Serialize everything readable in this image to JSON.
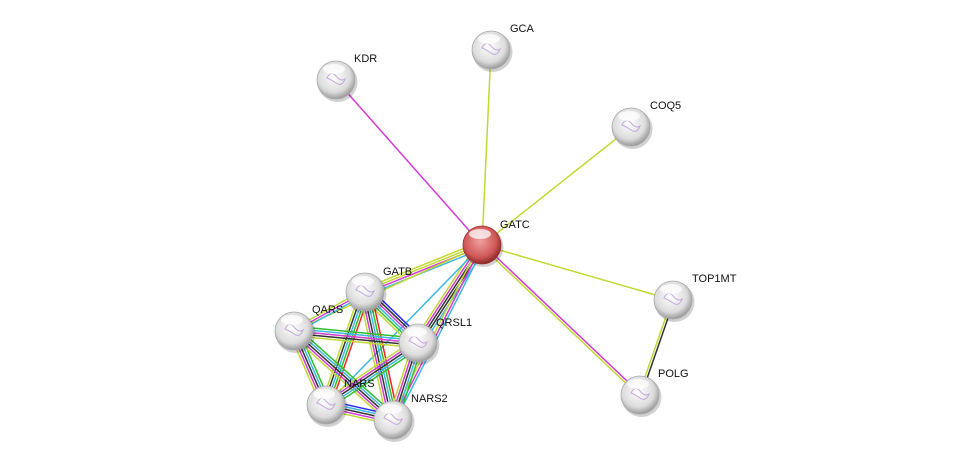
{
  "network": {
    "query_node": "GATC",
    "nodes": [
      {
        "id": "GATC",
        "label": "GATC",
        "color": "#d04a4a"
      },
      {
        "id": "KDR",
        "label": "KDR",
        "color": "#e8e8e8"
      },
      {
        "id": "GCA",
        "label": "GCA",
        "color": "#e8e8e8"
      },
      {
        "id": "COQ5",
        "label": "COQ5",
        "color": "#e8e8e8"
      },
      {
        "id": "TOP1MT",
        "label": "TOP1MT",
        "color": "#e8e8e8"
      },
      {
        "id": "POLG",
        "label": "POLG",
        "color": "#e8e8e8"
      },
      {
        "id": "GATB",
        "label": "GATB",
        "color": "#e8e8e8"
      },
      {
        "id": "QARS",
        "label": "QARS",
        "color": "#e8e8e8"
      },
      {
        "id": "QRSL1",
        "label": "QRSL1",
        "color": "#e8e8e8"
      },
      {
        "id": "NARS",
        "label": "NARS",
        "color": "#e8e8e8"
      },
      {
        "id": "NARS2",
        "label": "NARS2",
        "color": "#e8e8e8"
      }
    ],
    "evidence_colors": {
      "database": "#3cb8e0",
      "experiments": "#d23ad2",
      "textmining": "#c2d832",
      "coexpression": "#333333",
      "neighborhood": "#2fbf2f",
      "fusion": "#ff2020",
      "cooccurrence": "#2828ff"
    },
    "edges": [
      {
        "source": "GATC",
        "target": "KDR",
        "evidence": [
          "experiments"
        ]
      },
      {
        "source": "GATC",
        "target": "GCA",
        "evidence": [
          "textmining"
        ]
      },
      {
        "source": "GATC",
        "target": "COQ5",
        "evidence": [
          "textmining"
        ]
      },
      {
        "source": "GATC",
        "target": "TOP1MT",
        "evidence": [
          "textmining"
        ]
      },
      {
        "source": "GATC",
        "target": "POLG",
        "evidence": [
          "experiments",
          "textmining"
        ]
      },
      {
        "source": "TOP1MT",
        "target": "POLG",
        "evidence": [
          "coexpression",
          "textmining"
        ]
      },
      {
        "source": "GATC",
        "target": "GATB",
        "evidence": [
          "database",
          "experiments",
          "textmining",
          "textmining"
        ]
      },
      {
        "source": "GATC",
        "target": "QARS",
        "evidence": [
          "textmining"
        ]
      },
      {
        "source": "GATC",
        "target": "QRSL1",
        "evidence": [
          "database",
          "coexpression",
          "coexpression",
          "experiments",
          "textmining"
        ]
      },
      {
        "source": "GATC",
        "target": "NARS",
        "evidence": [
          "database"
        ]
      },
      {
        "source": "GATC",
        "target": "NARS2",
        "evidence": [
          "database",
          "experiments",
          "textmining"
        ]
      },
      {
        "source": "GATB",
        "target": "QARS",
        "evidence": [
          "database",
          "experiments",
          "textmining"
        ]
      },
      {
        "source": "GATB",
        "target": "QRSL1",
        "evidence": [
          "cooccurrence",
          "coexpression",
          "experiments",
          "database",
          "neighborhood",
          "textmining"
        ]
      },
      {
        "source": "GATB",
        "target": "NARS",
        "evidence": [
          "fusion",
          "neighborhood",
          "database",
          "coexpression",
          "textmining"
        ]
      },
      {
        "source": "GATB",
        "target": "NARS2",
        "evidence": [
          "fusion",
          "neighborhood",
          "database",
          "coexpression",
          "experiments",
          "textmining"
        ]
      },
      {
        "source": "QARS",
        "target": "QRSL1",
        "evidence": [
          "neighborhood",
          "database",
          "experiments",
          "coexpression",
          "textmining"
        ]
      },
      {
        "source": "QARS",
        "target": "NARS",
        "evidence": [
          "neighborhood",
          "database",
          "coexpression",
          "experiments",
          "textmining"
        ]
      },
      {
        "source": "QARS",
        "target": "NARS2",
        "evidence": [
          "neighborhood",
          "database",
          "coexpression",
          "experiments",
          "textmining"
        ]
      },
      {
        "source": "QRSL1",
        "target": "NARS",
        "evidence": [
          "neighborhood",
          "database",
          "coexpression",
          "experiments",
          "textmining"
        ]
      },
      {
        "source": "QRSL1",
        "target": "NARS2",
        "evidence": [
          "neighborhood",
          "database",
          "coexpression",
          "experiments",
          "textmining"
        ]
      },
      {
        "source": "NARS",
        "target": "NARS2",
        "evidence": [
          "cooccurrence",
          "database",
          "coexpression",
          "experiments",
          "textmining"
        ]
      }
    ]
  }
}
